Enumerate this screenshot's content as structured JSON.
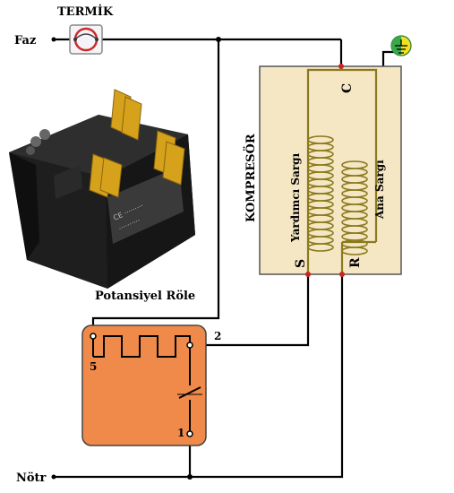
{
  "labels": {
    "termik": "TERMİK",
    "faz": "Faz",
    "notr": "Nötr",
    "kompresor": "KOMPRESÖR",
    "c": "C",
    "s": "S",
    "r": "R",
    "yardimci_sargi": "Yardımcı Sargı",
    "ana_sargi": "Ana Sargı",
    "potansiyel_role": "Potansiyel Röle",
    "pin_5": "5",
    "pin_2": "2",
    "pin_1": "1"
  },
  "colors": {
    "wire": "#000000",
    "compressor_fill": "#f5e6c4",
    "coil": "#8a7a1e",
    "relay_fill": "#f08a4b",
    "terminal_dot": "#cc2222",
    "ground_green": "#3aa84a",
    "ground_yellow": "#f0e020",
    "thermal_ring": "#cc2a2a",
    "relay_photo_body": "#1e1e1e",
    "relay_photo_tab": "#d6a21c"
  },
  "icons": {
    "ground": "ground-icon",
    "thermal": "thermal-protector-icon",
    "relay_photo": "relay-photo"
  }
}
